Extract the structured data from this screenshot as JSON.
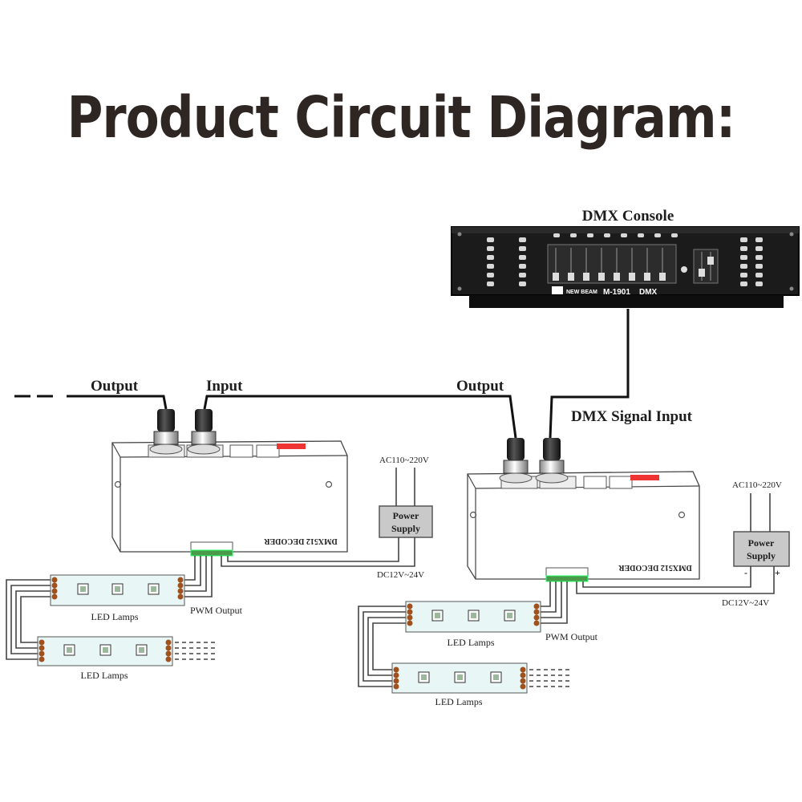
{
  "title": "Product Circuit Diagram:",
  "labels": {
    "console": "DMX Console",
    "console_model": "M-1901",
    "console_dmx": "DMX",
    "output_left": "Output",
    "input_left": "Input",
    "output_right": "Output",
    "dmx_signal_input": "DMX Signal Input",
    "decoder_left": "DMX512 DECODER",
    "decoder_right": "DMX512 DECODER",
    "ac_left": "AC110~220V",
    "ac_right": "AC110~220V",
    "ps_left_1": "Power",
    "ps_left_2": "Supply",
    "ps_right_1": "Power",
    "ps_right_2": "Supply",
    "ps_minus": "-",
    "ps_plus": "+",
    "dc_left": "DC12V~24V",
    "dc_right": "DC12V~24V",
    "pwm_left": "PWM Output",
    "pwm_right": "PWM Output",
    "led_l1": "LED Lamps",
    "led_l2": "LED Lamps",
    "led_r1": "LED Lamps",
    "led_r2": "LED Lamps"
  }
}
